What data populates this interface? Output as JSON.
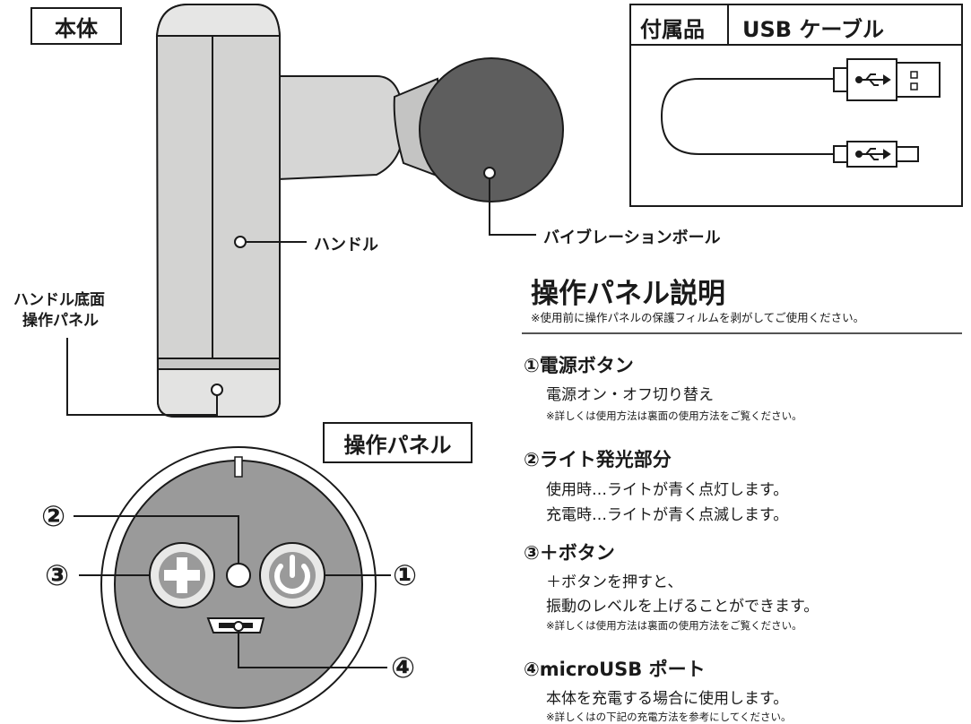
{
  "main_label": "本体",
  "accessory": {
    "label": "付属品",
    "title": "USB ケーブル"
  },
  "callouts": {
    "handle": "ハンドル",
    "ball": "バイブレーションボール",
    "bottom_line1": "ハンドル底面",
    "bottom_line2": "操作パネル"
  },
  "panel_box_label": "操作パネル",
  "panel_markers": {
    "m1": "①",
    "m2": "②",
    "m3": "③",
    "m4": "④"
  },
  "explanation": {
    "title": "操作パネル説明",
    "note": "※使用前に操作パネルの保護フィルムを剥がしてご使用ください。",
    "items": [
      {
        "heading": "①電源ボタン",
        "lines": [
          "電源オン・オフ切り替え"
        ],
        "note": "※詳しくは使用方法は裏面の使用方法をご覧ください。"
      },
      {
        "heading": "②ライト発光部分",
        "lines": [
          "使用時…ライトが青く点灯します。",
          "充電時…ライトが青く点滅します。"
        ],
        "note": ""
      },
      {
        "heading": "③＋ボタン",
        "lines": [
          "＋ボタンを押すと、",
          "振動のレベルを上げることができます。"
        ],
        "note": "※詳しくは使用方法は裏面の使用方法をご覧ください。"
      },
      {
        "heading": "④microUSB ポート",
        "lines": [
          "本体を充電する場合に使用します。"
        ],
        "note": "※詳しくはの下記の充電方法を参考にしてください。"
      }
    ]
  },
  "colors": {
    "body_light": "#dcdcdb",
    "body_mid": "#cfcfce",
    "panel_gray": "#9a9a9a",
    "ball": "#5e5e5e",
    "line": "#1a1a1a"
  }
}
